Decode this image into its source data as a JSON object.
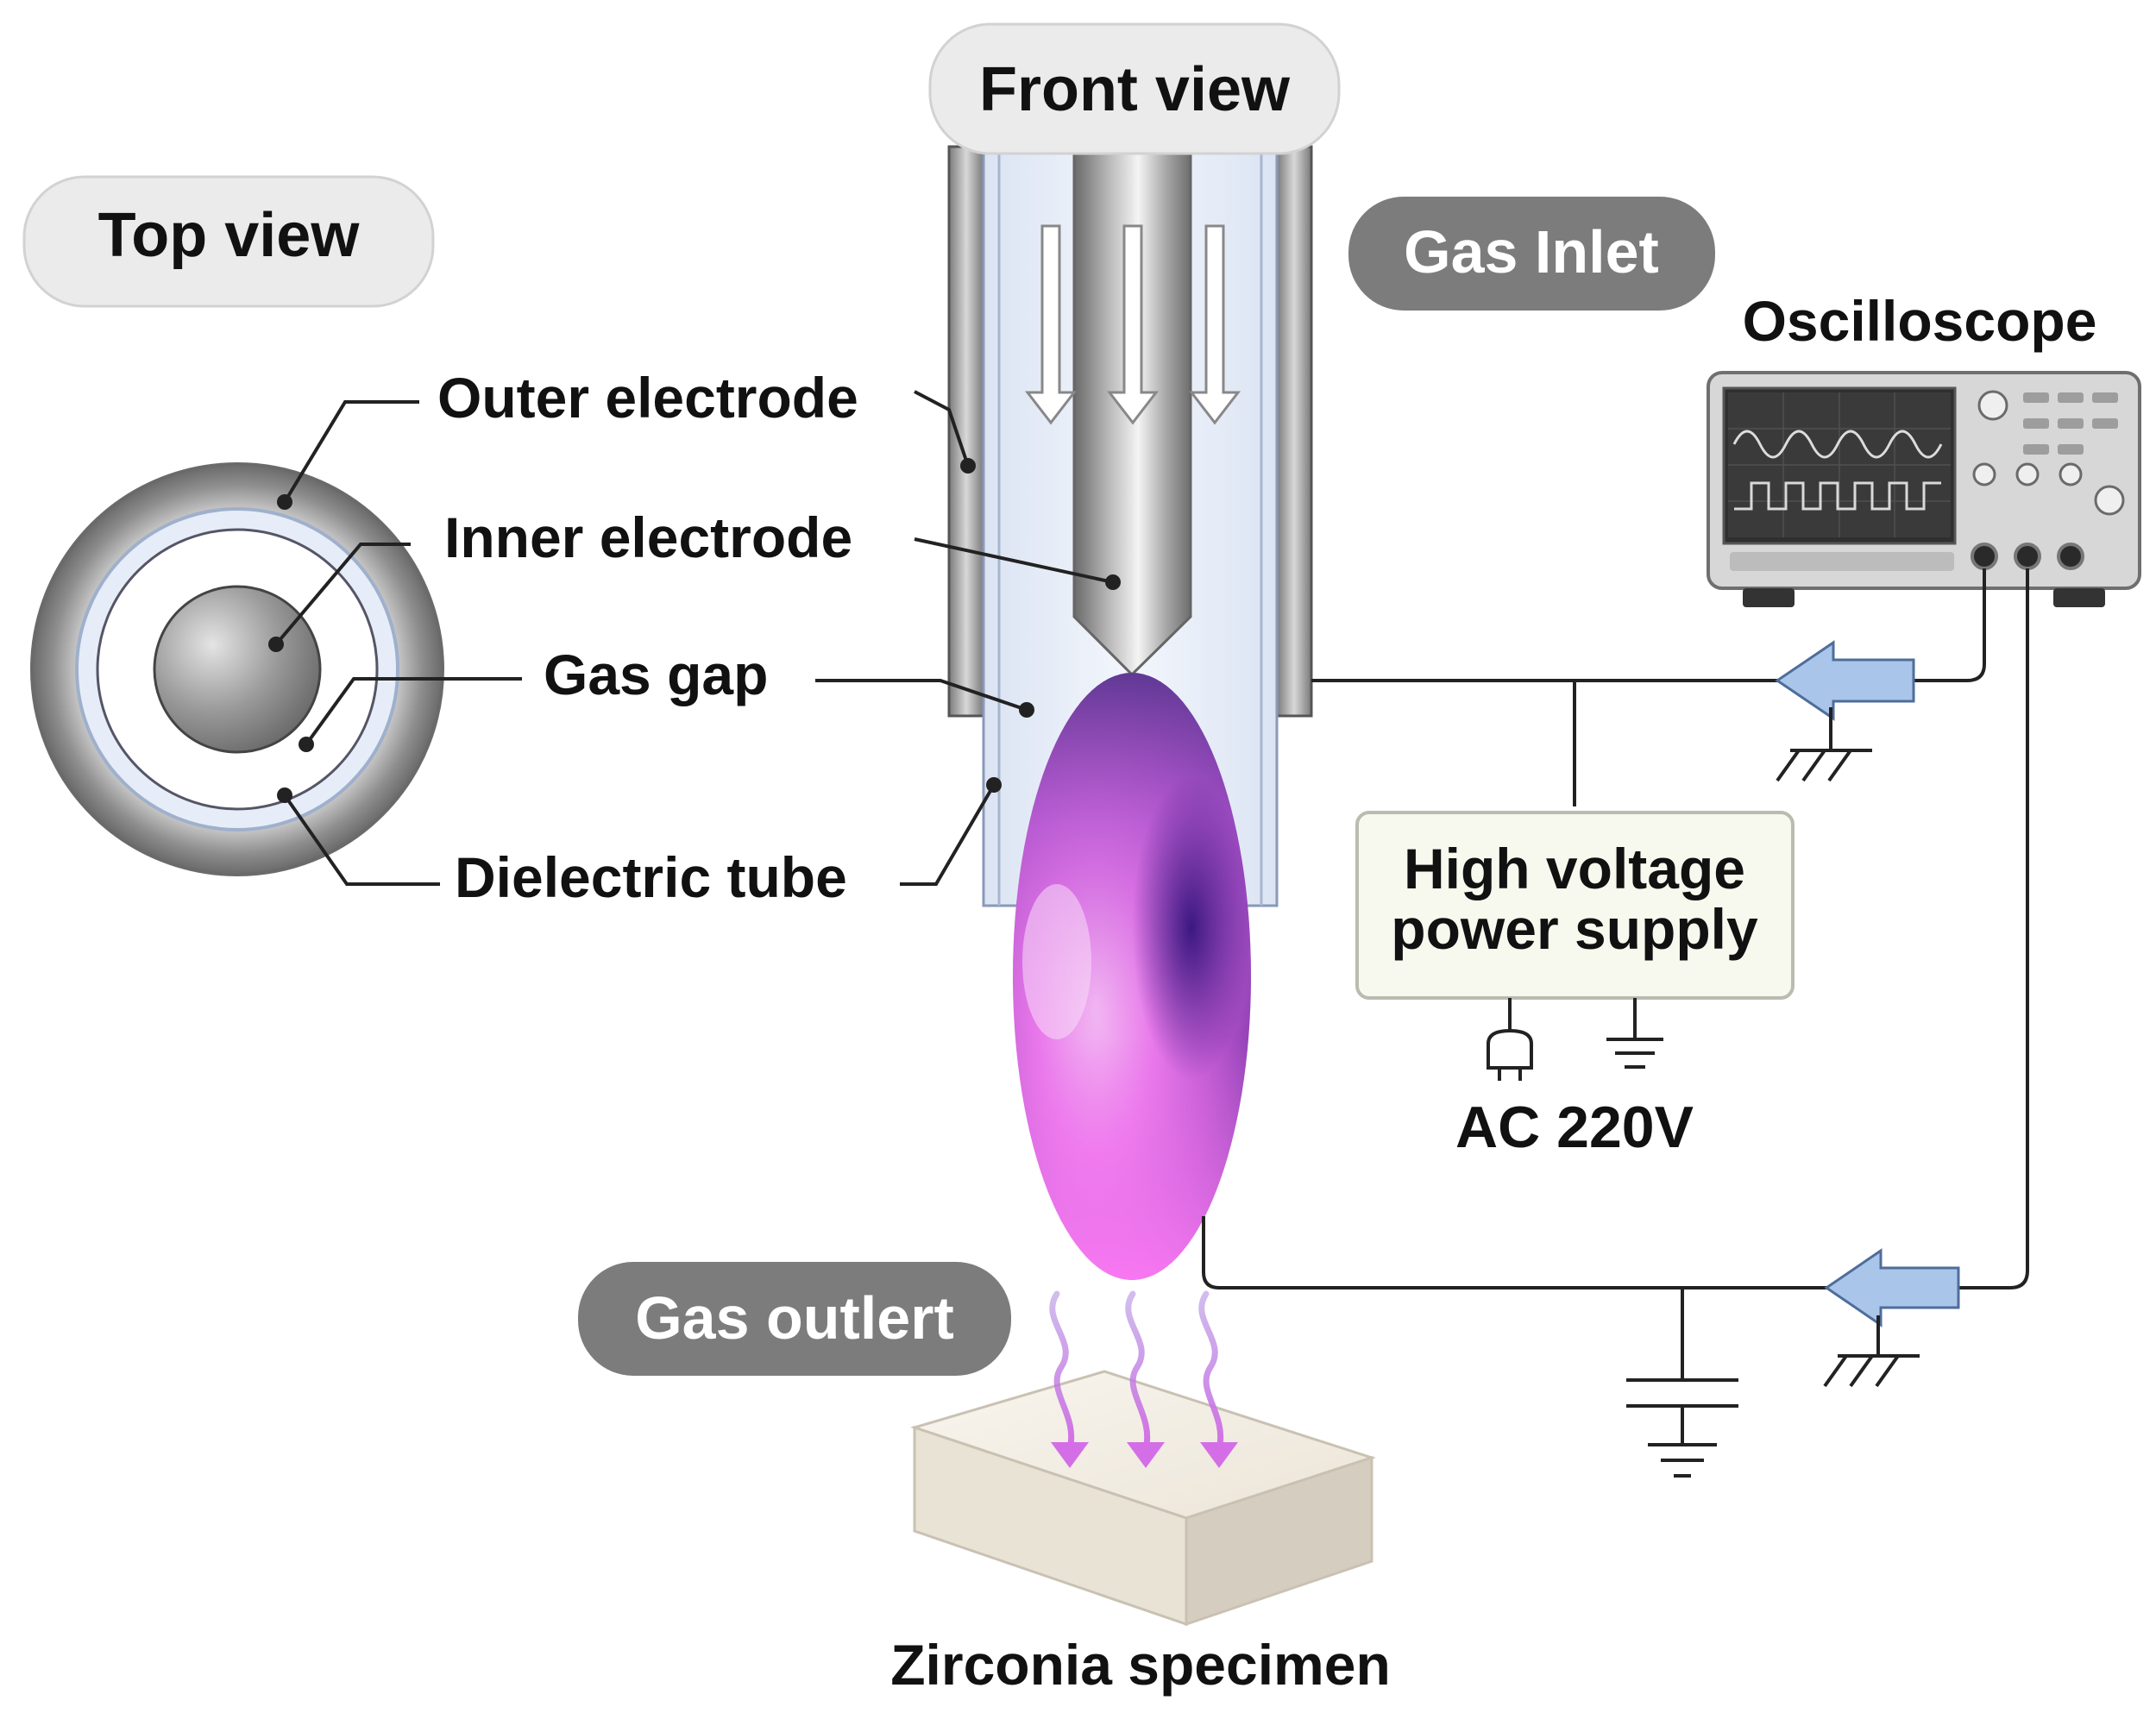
{
  "views": {
    "top_view": "Top view",
    "front_view": "Front view"
  },
  "labels": {
    "outer_electrode": "Outer electrode",
    "inner_electrode": "Inner electrode",
    "gas_gap": "Gas gap",
    "dielectric_tube": "Dielectric tube",
    "gas_inlet": "Gas Inlet",
    "gas_outlet": "Gas outlert",
    "oscilloscope": "Oscilloscope",
    "hv_line1": "High voltage",
    "hv_line2": "power supply",
    "ac_supply": "AC 220V",
    "specimen": "Zirconia specimen"
  },
  "icons": [
    "arrow-down-icon",
    "plug-icon",
    "ground-icon",
    "probe-icon",
    "oscilloscope-icon",
    "heat-wave-icon"
  ],
  "colors": {
    "pill_light": "#ebebeb",
    "pill_dark": "#7c7c7c",
    "probe": "#a9c6ea",
    "plasma_light": "#f287ee",
    "plasma_dark": "#4a1f8a",
    "wave": "#c580e6",
    "wire": "#222222"
  }
}
